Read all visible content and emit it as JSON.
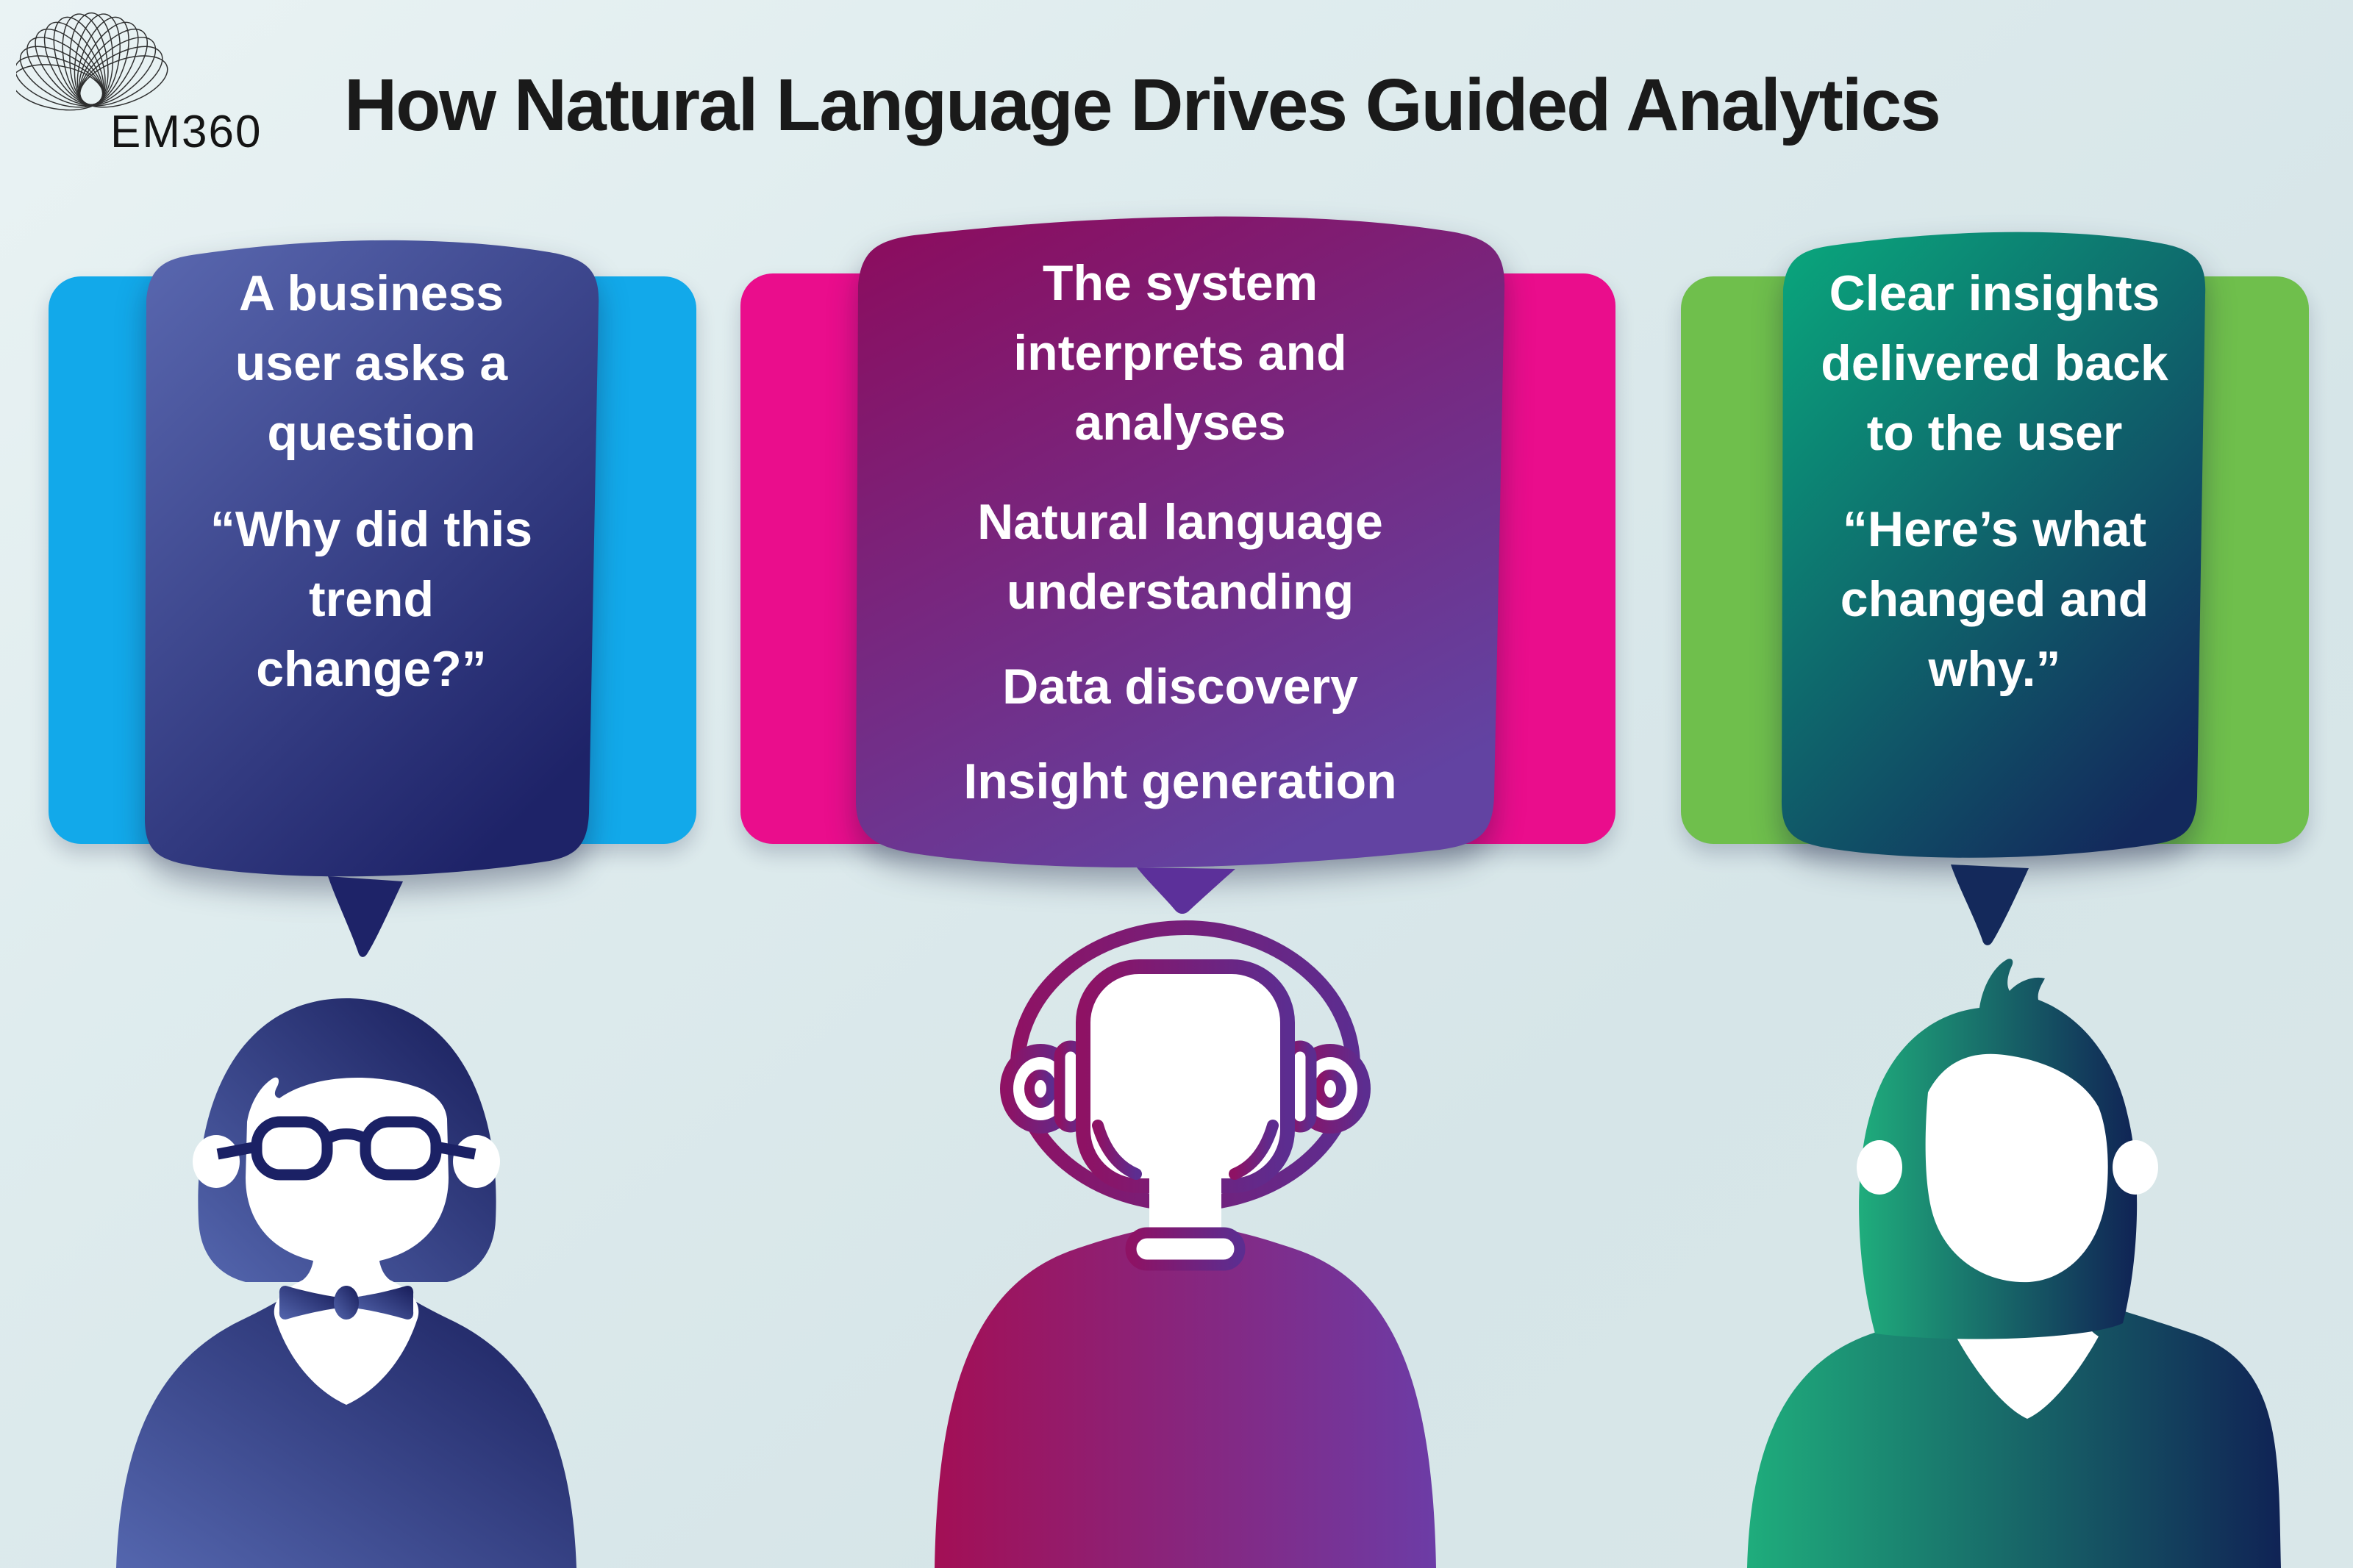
{
  "brand": {
    "logo_text": "EM360"
  },
  "header": {
    "title": "How Natural Language Drives Guided Analytics"
  },
  "colors": {
    "background": "#DCEAEC",
    "title_text": "#1A1A1A",
    "bubble_text": "#FFFFFF",
    "logo_text": "#141414"
  },
  "steps": [
    {
      "name": "business-user-question",
      "persona": "business-user",
      "backing_color": "#12A9EA",
      "bubble_gradient": {
        "from": "#5A68B0",
        "to": "#1E2368"
      },
      "tail_color": "#1E2368",
      "message_lines": [
        "A business",
        "user asks a",
        "question"
      ],
      "quote_lines": [
        "“Why did this",
        "trend",
        "change?”"
      ]
    },
    {
      "name": "system-interpretation",
      "persona": "ai-assistant-robot",
      "backing_color": "#EA0D8C",
      "bubble_gradient": {
        "from": "#8B0D5F",
        "to": "#6243A2"
      },
      "tail_color": "#5C309A",
      "message_lines": [
        "The system",
        "interprets and",
        "analyses"
      ],
      "capability_items": [
        [
          "Natural language",
          "understanding"
        ],
        [
          "Data discovery"
        ],
        [
          "Insight generation"
        ]
      ]
    },
    {
      "name": "insight-delivery",
      "persona": "end-user",
      "backing_color": "#6FBF4C",
      "bubble_gradient": {
        "from": "#0AA57C",
        "to": "#13295C"
      },
      "tail_color": "#14295B",
      "message_lines": [
        "Clear insights",
        "delivered back",
        "to the user"
      ],
      "quote_lines": [
        "“Here’s what",
        "changed and",
        "why.”"
      ]
    }
  ]
}
